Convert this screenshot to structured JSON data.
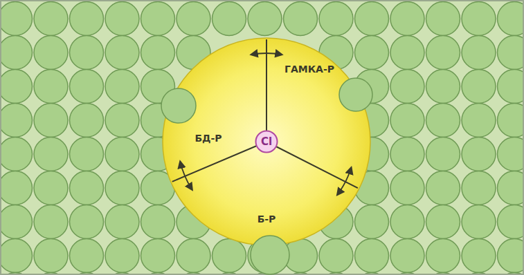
{
  "diagram": {
    "nodes": [
      {
        "text": [
          "ГАМКА-Р",
          "БД-Р",
          "Б-Р"
        ]
      },
      {
        "text": [
          "Cl"
        ],
        "in": 0
      }
    ]
  }
}
